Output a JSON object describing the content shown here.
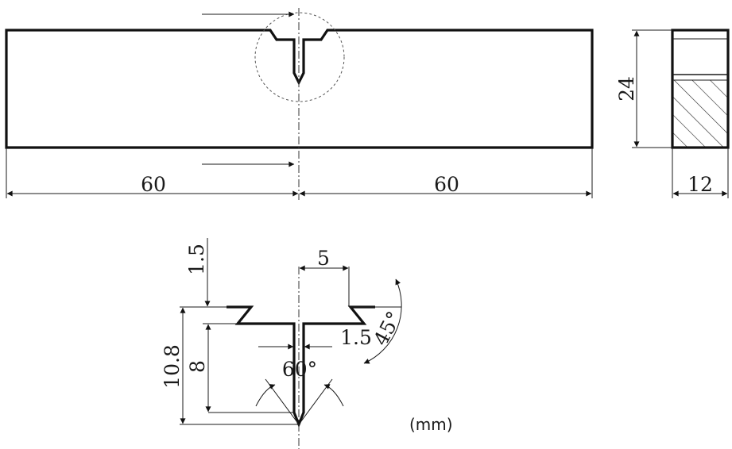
{
  "dimensions": {
    "left_length": "60",
    "right_length": "60",
    "height": "24",
    "width": "12",
    "notch_top_width": "5",
    "notch_top_depth": "1.5",
    "total_depth": "10.8",
    "slot_depth": "8",
    "slot_width": "1.5",
    "angle_side": "45°",
    "angle_tip": "60°"
  },
  "units": "(mm)"
}
